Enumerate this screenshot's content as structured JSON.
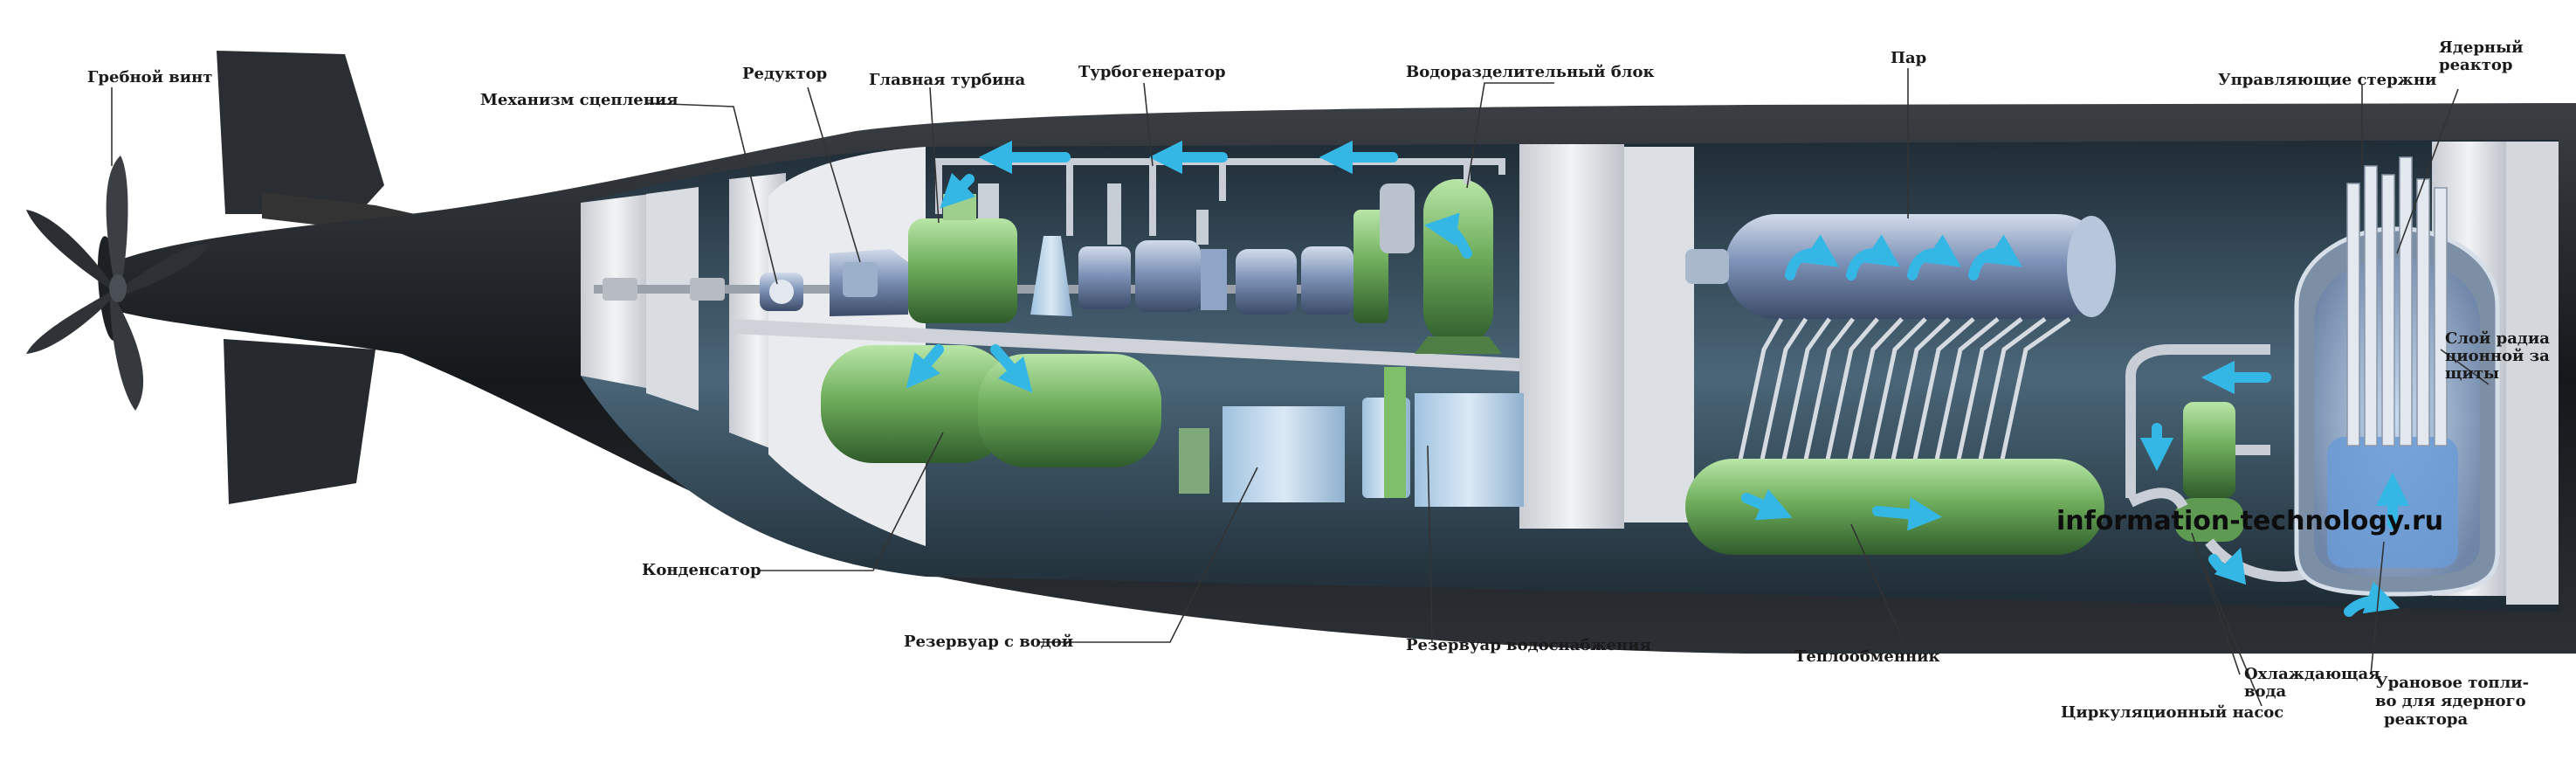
{
  "colors": {
    "hull": "#202326",
    "interior": "#2b3d4a",
    "panel": "#e6e8ec",
    "green": "#7fbf6a",
    "blue": "#7e93b8",
    "flow": "#35b7e6",
    "pipe": "#c9ced6"
  },
  "labels": {
    "propeller": "Гребной винт",
    "clutch": "Механизм сцепления",
    "reducer": "Редуктор",
    "main_turbine": "Главная турбина",
    "turbogenerator": "Турбогенератор",
    "water_separator": "Водоразделительный блок",
    "steam": "Пар",
    "control_rods": "Управляющие стержни",
    "reactor_1": "Ядерный",
    "reactor_2": "реактор",
    "shield_1": "Слой радиа",
    "shield_2": "ционной за",
    "shield_3": "щиты",
    "condenser": "Конденсатор",
    "water_tank": "Резервуар с водой",
    "supply_tank": "Резервуар водоснабжения",
    "heat_exchanger": "Теплообменник",
    "cooling_water_1": "Охлаждающая",
    "cooling_water_2": "вода",
    "circulation_pump": "Циркуляционный насос",
    "uranium_1": "Урановое топли-",
    "uranium_2": "во для ядерного",
    "uranium_3": "реактора"
  },
  "watermark": "information-technology.ru"
}
